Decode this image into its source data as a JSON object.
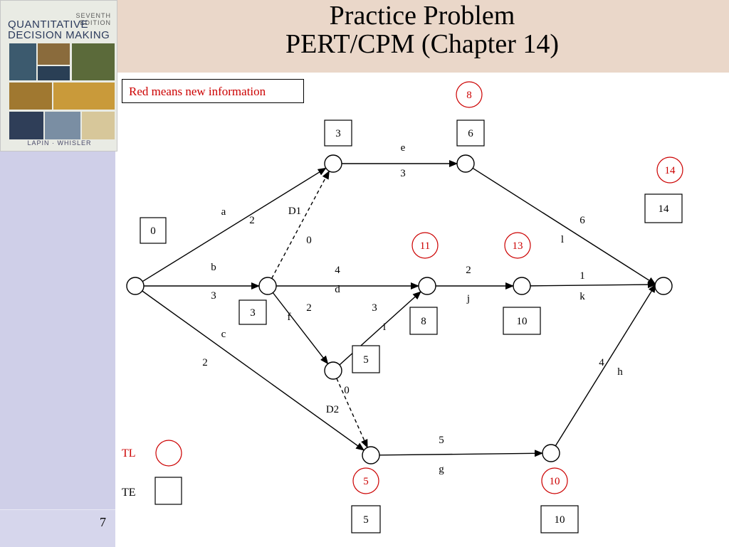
{
  "slide": {
    "title_line1": "Practice Problem",
    "title_line2": "PERT/CPM (Chapter 14)",
    "legend_note": "Red means new information",
    "page_number": "7"
  },
  "book_cover": {
    "title_line1": "QUANTITATIVE",
    "title_line2": "DECISION MAKING",
    "edition_line1": "SEVENTH",
    "edition_line2": "EDITION",
    "authors": "LAPIN · WHISLER"
  },
  "colors": {
    "late_time": "#cc0000",
    "early_time": "#000000",
    "arrow": "#000000"
  },
  "network": {
    "activities": [
      {
        "name": "a",
        "duration": "2",
        "from": "start",
        "to": "n1",
        "dummy": false
      },
      {
        "name": "b",
        "duration": "3",
        "from": "start",
        "to": "n2",
        "dummy": false
      },
      {
        "name": "c",
        "duration": "2",
        "from": "start",
        "to": "n6",
        "dummy": false
      },
      {
        "name": "D1",
        "duration": "0",
        "from": "n2",
        "to": "n1",
        "dummy": true
      },
      {
        "name": "e",
        "duration": "3",
        "from": "n1",
        "to": "n3",
        "dummy": false
      },
      {
        "name": "d",
        "duration": "4",
        "from": "n2",
        "to": "n4",
        "dummy": false
      },
      {
        "name": "f",
        "duration": "2",
        "from": "n2",
        "to": "n5",
        "dummy": false
      },
      {
        "name": "i",
        "duration": "3",
        "from": "n5",
        "to": "n4",
        "dummy": false
      },
      {
        "name": "D2",
        "duration": "0",
        "from": "n5",
        "to": "n6",
        "dummy": true
      },
      {
        "name": "j",
        "duration": "2",
        "from": "n4",
        "to": "n7",
        "dummy": false
      },
      {
        "name": "g",
        "duration": "5",
        "from": "n6",
        "to": "n8",
        "dummy": false
      },
      {
        "name": "l",
        "duration": "6",
        "from": "n3",
        "to": "end",
        "dummy": false
      },
      {
        "name": "k",
        "duration": "1",
        "from": "n7",
        "to": "end",
        "dummy": false
      },
      {
        "name": "h",
        "duration": "4",
        "from": "n8",
        "to": "end",
        "dummy": false
      }
    ],
    "event_times": {
      "start": {
        "TE": "0",
        "TL": ""
      },
      "n1": {
        "TE": "3",
        "TL": ""
      },
      "n2": {
        "TE": "3",
        "TL": ""
      },
      "n3": {
        "TE": "6",
        "TL": "8"
      },
      "n4": {
        "TE": "8",
        "TL": "11"
      },
      "n5": {
        "TE": "5",
        "TL": ""
      },
      "n6": {
        "TE": "5",
        "TL": "5"
      },
      "n7": {
        "TE": "10",
        "TL": "13"
      },
      "n8": {
        "TE": "10",
        "TL": "10"
      },
      "end": {
        "TE": "14",
        "TL": "14"
      }
    }
  },
  "key": {
    "tl_label": "TL",
    "te_label": "TE"
  }
}
